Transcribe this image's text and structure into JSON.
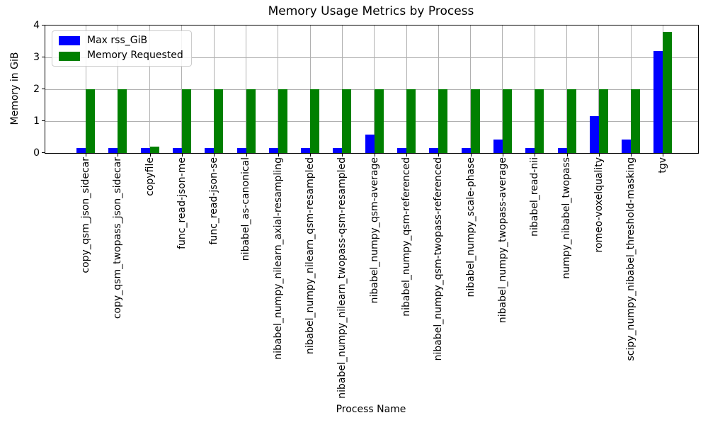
{
  "chart_data": {
    "type": "bar",
    "title": "Memory Usage Metrics by Process",
    "xlabel": "Process Name",
    "ylabel": "Memory in GiB",
    "ylim": [
      0,
      4
    ],
    "yticks": [
      0,
      1,
      2,
      3,
      4
    ],
    "grid": true,
    "legend_position": "upper-left",
    "categories": [
      "copy_qsm_json_sidecar",
      "copy_qsm_twopass_json_sidecar",
      "copyfile",
      "func_read-json-me",
      "func_read-json-se",
      "nibabel_as-canonical",
      "nibabel_numpy_nilearn_axial-resampling",
      "nibabel_numpy_nilearn_qsm-resampled",
      "nibabel_numpy_nilearn_twopass-qsm-resampled",
      "nibabel_numpy_qsm-average",
      "nibabel_numpy_qsm-referenced",
      "nibabel_numpy_qsm-twopass-referenced",
      "nibabel_numpy_scale-phase",
      "nibabel_numpy_twopass-average",
      "nibabel_read-nii",
      "numpy_nibabel_twopass",
      "romeo-voxelquality",
      "scipy_numpy_nibabel_threshold-masking",
      "tgv"
    ],
    "series": [
      {
        "name": "Max rss_GiB",
        "color": "#0000ff",
        "values": [
          0.15,
          0.15,
          0.15,
          0.15,
          0.15,
          0.15,
          0.15,
          0.15,
          0.15,
          0.57,
          0.15,
          0.15,
          0.15,
          0.42,
          0.15,
          0.15,
          1.15,
          0.43,
          3.2
        ]
      },
      {
        "name": "Memory Requested",
        "color": "#008000",
        "values": [
          2.0,
          2.0,
          0.2,
          2.0,
          2.0,
          2.0,
          2.0,
          2.0,
          2.0,
          2.0,
          2.0,
          2.0,
          2.0,
          2.0,
          2.0,
          2.0,
          2.0,
          2.0,
          3.8
        ]
      }
    ]
  },
  "colors": {
    "grid": "#b0b0b0",
    "spine": "#000000",
    "background": "#ffffff",
    "text": "#000000"
  }
}
